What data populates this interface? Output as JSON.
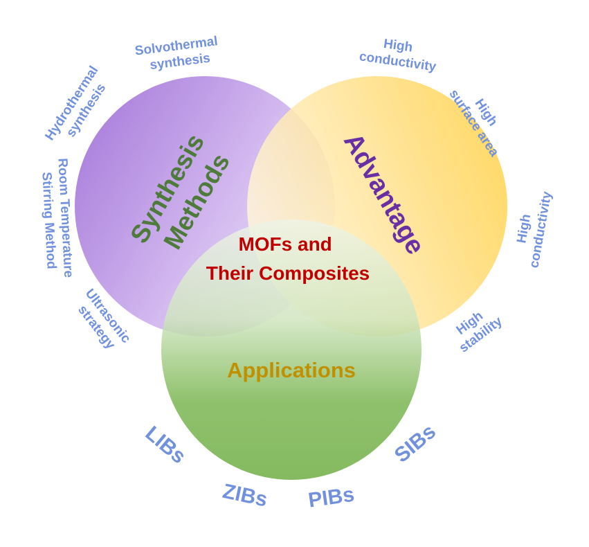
{
  "center": {
    "line1": "MOFs and",
    "line2": "Their Composites",
    "color": "#c00000"
  },
  "circles": {
    "synthesis": {
      "line1": "Synthesis",
      "line2": "Methods",
      "text_color": "#4e7a3a",
      "fill_color": "#a979db"
    },
    "advantage": {
      "label": "Advantage",
      "text_color": "#6a2fa4",
      "fill_color": "#ffd351"
    },
    "applications": {
      "label": "Applications",
      "text_color": "#c09000",
      "fill_color": "#6aab3e"
    }
  },
  "synthesis_methods": [
    {
      "line1": "Solvothermal",
      "line2": "synthesis"
    },
    {
      "line1": "Hydrothermal",
      "line2": "synthesis"
    },
    {
      "line1": "Room Temperature",
      "line2": "Stirring Method"
    },
    {
      "line1": "Ultrasonic",
      "line2": "strategy"
    }
  ],
  "advantages": [
    {
      "line1": "High",
      "line2": "conductivity"
    },
    {
      "line1": "High",
      "line2": "surface area"
    },
    {
      "line1": "High",
      "line2": "conductivity"
    },
    {
      "line1": "High",
      "line2": "stability"
    }
  ],
  "applications": [
    "LIBs",
    "ZIBs",
    "PIBs",
    "SIBs"
  ],
  "outer_label_color": "#7191dd"
}
